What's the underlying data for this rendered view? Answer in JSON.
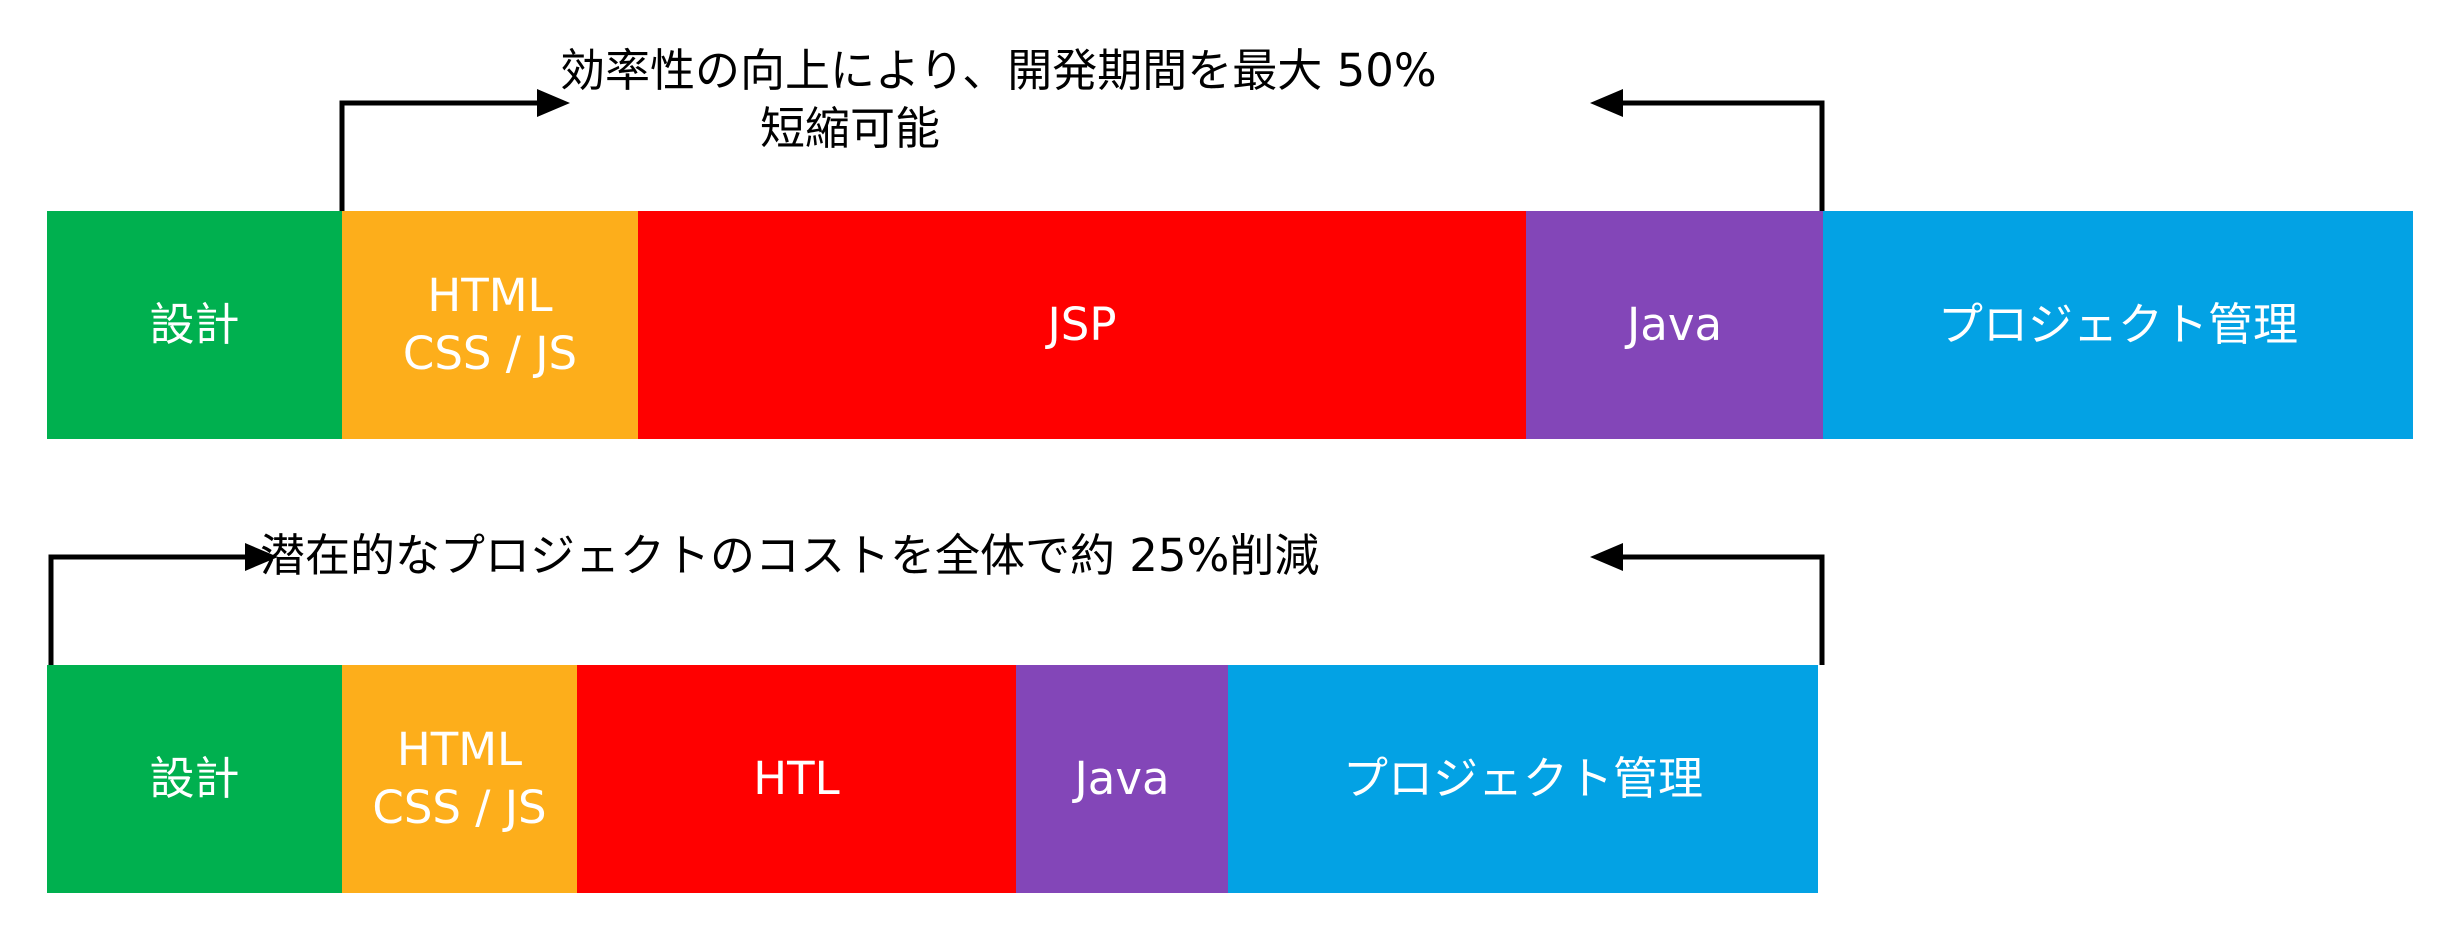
{
  "colors": {
    "design": "#00b04f",
    "frontend": "#fdae1b",
    "template": "#ff0000",
    "java": "#8346b8",
    "pm": "#03a2e4",
    "arrow": "#000000"
  },
  "top": {
    "caption_line1": "効率性の向上により、開発期間を最大 50%",
    "caption_line2": "短縮可能",
    "segments": {
      "design": "設計",
      "frontend": "HTML\nCSS / JS",
      "template": "JSP",
      "java": "Java",
      "pm": "プロジェクト管理"
    }
  },
  "bottom": {
    "caption": "潜在的なプロジェクトのコストを全体で約 25%削減",
    "segments": {
      "design": "設計",
      "frontend": "HTML\nCSS / JS",
      "template": "HTL",
      "java": "Java",
      "pm": "プロジェクト管理"
    }
  }
}
